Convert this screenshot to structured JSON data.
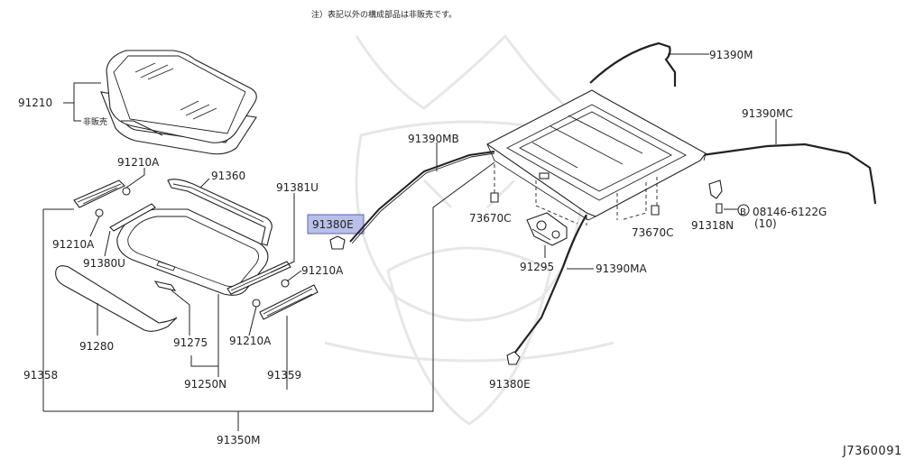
{
  "note": "注）表記以外の構成部品は非販売です。",
  "diagram_code": "J7360091",
  "highlight_color": "#b9bfe8",
  "labels": {
    "p91210": "91210",
    "not_sold": "非販売",
    "p91210A_top": "91210A",
    "p91360": "91360",
    "p91381U": "91381U",
    "p91380E_top": "91380E",
    "p91210A_left": "91210A",
    "p91380U": "91380U",
    "p91210A_mid": "91210A",
    "p91280": "91280",
    "p91275": "91275",
    "p91210A_bottom": "91210A",
    "p91358": "91358",
    "p91250N": "91250N",
    "p91359": "91359",
    "p91350M": "91350M",
    "p91390MB": "91390MB",
    "p91390M": "91390M",
    "p91390MC": "91390MC",
    "p73670C_left": "73670C",
    "p73670C_right": "73670C",
    "p91318N": "91318N",
    "bolt_mark": "B",
    "bolt_code": "08146-6122G",
    "bolt_qty": "(10)",
    "p91295": "91295",
    "p91390MA": "91390MA",
    "p91380E_bottom": "91380E"
  }
}
